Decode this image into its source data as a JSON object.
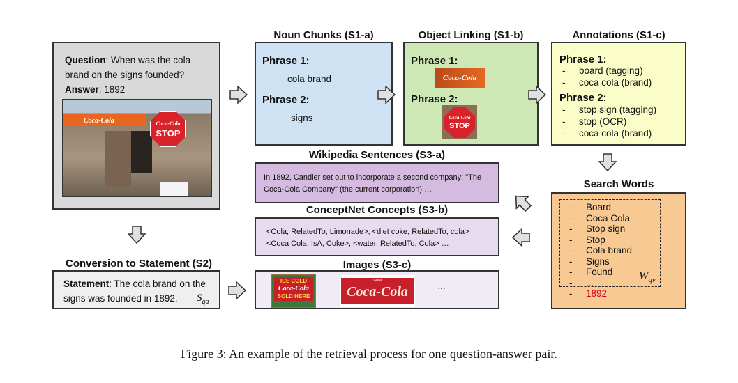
{
  "qa_box": {
    "question_label": "Question",
    "question_text": ": When was the cola brand on the signs founded?",
    "answer_label": "Answer",
    "answer_text": ": 1892",
    "image_sign_text": "Coca-Cola",
    "image_stop_text": "STOP"
  },
  "noun_chunks": {
    "title": "Noun Chunks (S1-a)",
    "phrase1_label": "Phrase 1:",
    "phrase1_value": "cola brand",
    "phrase2_label": "Phrase 2:",
    "phrase2_value": "signs"
  },
  "object_linking": {
    "title": "Object Linking (S1-b)",
    "phrase1_label": "Phrase 1:",
    "phrase2_label": "Phrase 2:"
  },
  "annotations": {
    "title": "Annotations (S1-c)",
    "phrase1_label": "Phrase 1:",
    "phrase1_items": [
      "board (tagging)",
      "coca cola (brand)"
    ],
    "phrase2_label": "Phrase 2:",
    "phrase2_items": [
      "stop sign (tagging)",
      "stop (OCR)",
      "coca cola (brand)"
    ]
  },
  "search_words": {
    "title": "Search Words",
    "items": [
      "Board",
      "Coca Cola",
      "Stop sign",
      "Stop",
      "Cola brand",
      "Signs",
      "Found",
      "..."
    ],
    "answer_item": "1892",
    "answer_color": "#d0021b",
    "wqv_label": "W",
    "wqv_sub": "qv"
  },
  "wikipedia": {
    "title": "Wikipedia Sentences (S3-a)",
    "text": "In 1892, Candler set out to incorporate a second company; \"The Coca-Cola Company\" (the current corporation) …"
  },
  "conceptnet": {
    "title": "ConceptNet Concepts (S3-b)",
    "line1": "<Cola, RelatedTo, Limonade>, <diet coke, RelatedTo, cola>",
    "line2": "<Coca Cola, IsA, Coke>, <water, RelatedTo, Cola> …"
  },
  "images": {
    "title": "Images (S3-c)",
    "img1_top": "ICE COLD",
    "img1_mid": "Coca-Cola",
    "img1_bottom": "SOLD HERE",
    "img2_top": "DRINK",
    "img2_main": "Coca-Cola",
    "ellipsis": "…"
  },
  "statement": {
    "title": "Conversion to Statement (S2)",
    "label": "Statement",
    "text": ": The cola brand on the signs was founded in 1892.",
    "sqa_label": "S",
    "sqa_sub": "qa"
  },
  "caption": "Figure 3: An example of the retrieval process for one question-answer pair.",
  "colors": {
    "qa": "#d9d9d9",
    "noun": "#cfe2f3",
    "object": "#cde8b5",
    "annot": "#fbfdc8",
    "search": "#f8c992",
    "wiki": "#d5bbe0",
    "concept": "#e7dcef",
    "images": "#f1ebf6",
    "statement": "#efefef"
  }
}
